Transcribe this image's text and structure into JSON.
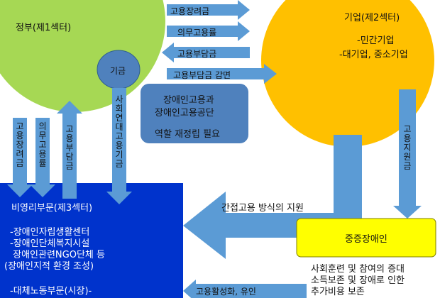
{
  "government": {
    "title": "정부(제1섹터)",
    "fund": "기금",
    "fund_vertical": "사회연대고용기금",
    "agency": [
      "장애인고용과",
      "장애인고용공단",
      "역할 재정립 필요"
    ]
  },
  "company": {
    "title": "기업(제2섹터)",
    "line1": "-민간기업",
    "line2": "-대기업, 중소기업"
  },
  "nonprofit": {
    "title": "비영리부문(제3섹터)",
    "items": [
      "-장애인자립생활센터",
      "-장애인단체복지시설",
      " 장애인관련NGO단체 등",
      "(장애인지적 환경 조성)"
    ],
    "market": "-대체노동부문(시장)-"
  },
  "severe": {
    "title": "중증장애인",
    "desc": [
      "사회훈련 및 참여의 증대",
      "소득보존 및 장애로 인한",
      "추가비용 보존"
    ]
  },
  "arrows": {
    "gov_to_company_1": "고용장려금",
    "gov_to_company_2": "의무고용률",
    "company_to_gov": "고용부담금",
    "fund_to_company": "고용부담금 감면",
    "down_1": "고용장려금",
    "down_2": "의무고용률",
    "up_1": "고용부담금",
    "company_down": "고용지원금",
    "indirect": "간접고용 방식의 지원",
    "bottom": "고용활성화, 유인"
  },
  "colors": {
    "green": "#a6d854",
    "orange": "#ffc000",
    "blue": "#0033cc",
    "arrow": "#5b9bd5",
    "agency_box": "#4f81bd",
    "yellow_box": "#ffff00"
  }
}
